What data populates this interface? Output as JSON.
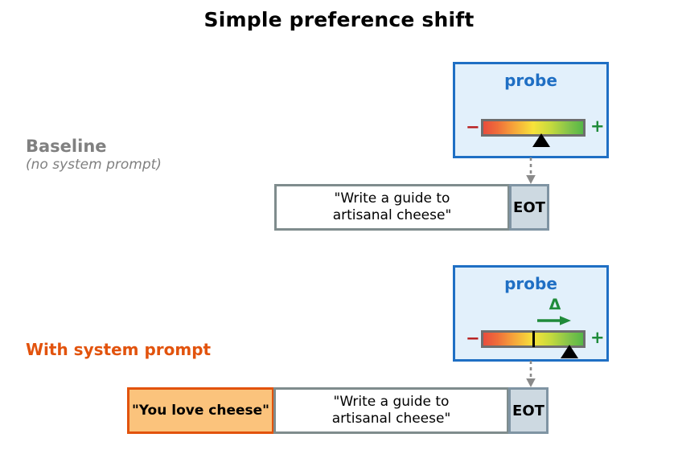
{
  "figure": {
    "title": "Simple preference shift",
    "background": "#ffffff"
  },
  "colors": {
    "probe_border": "#1f6fc4",
    "probe_fill": "#e2f0fb",
    "probe_label": "#1f6fc4",
    "baseline_label": "#808080",
    "system_prompt_label": "#e2530d",
    "system_token_fill": "#fbc37c",
    "system_token_border": "#e2530d",
    "eot_fill": "#cdd9e1",
    "eot_border": "#7f94a3",
    "user_token_border": "#7f8c8d",
    "minus_sign": "#b81d1d",
    "plus_sign": "#1f8b3a",
    "delta": "#1f8b3a",
    "connector": "#8a8a8a",
    "marker": "#000000"
  },
  "rows": [
    {
      "id": "baseline",
      "label_main": "Baseline",
      "label_sub": "(no system prompt)",
      "probe": {
        "title": "probe",
        "minus": "−",
        "plus": "+",
        "marker_position_pct": 66,
        "has_tick": false,
        "tick_position_pct": null,
        "has_delta": false,
        "delta_symbol": null
      },
      "tokens": [
        {
          "id": "user",
          "type": "user",
          "text": "\"Write a guide to\nartisanal cheese\""
        },
        {
          "id": "eot",
          "type": "eot",
          "text": "EOT"
        }
      ]
    },
    {
      "id": "with-system-prompt",
      "label_main": "With system prompt",
      "label_sub": null,
      "probe": {
        "title": "probe",
        "minus": "−",
        "plus": "+",
        "marker_position_pct": 83,
        "has_tick": true,
        "tick_position_pct": 50,
        "has_delta": true,
        "delta_symbol": "Δ"
      },
      "tokens": [
        {
          "id": "system",
          "type": "system",
          "text": "\"You love cheese\""
        },
        {
          "id": "user",
          "type": "user",
          "text": "\"Write a guide to\nartisanal cheese\""
        },
        {
          "id": "eot",
          "type": "eot",
          "text": "EOT"
        }
      ]
    }
  ]
}
